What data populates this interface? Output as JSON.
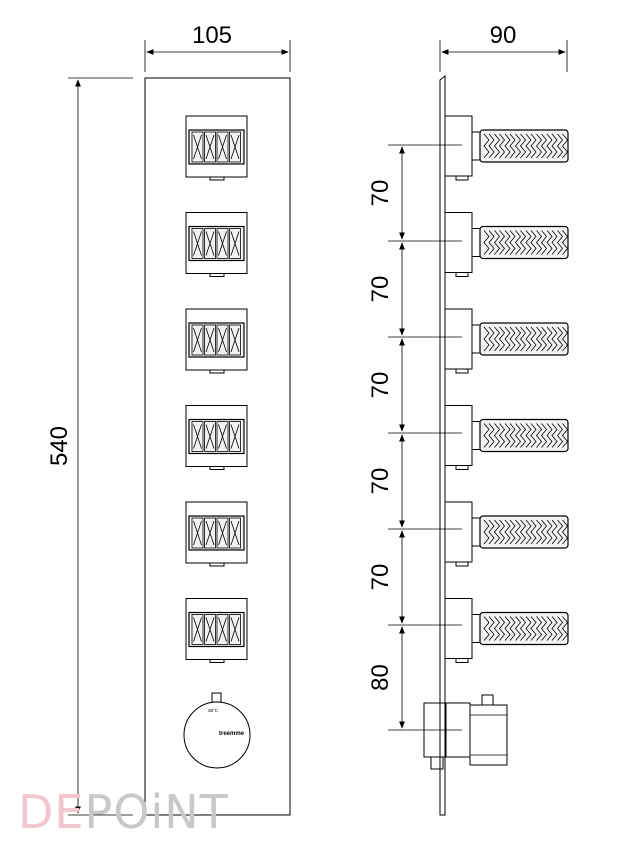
{
  "front_view": {
    "width_label": "105",
    "height_label": "540",
    "knob_count": 6,
    "thermostat": {
      "brand": "treemme",
      "temp_mark": "38°C"
    }
  },
  "side_view": {
    "depth_label": "90",
    "spacings": [
      "70",
      "70",
      "70",
      "70",
      "70",
      "80"
    ]
  },
  "watermark": {
    "prefix": "DE",
    "suffix": "POiNT",
    "prefix_color": "#f2c6cf",
    "suffix_color": "#c8c8c8"
  }
}
